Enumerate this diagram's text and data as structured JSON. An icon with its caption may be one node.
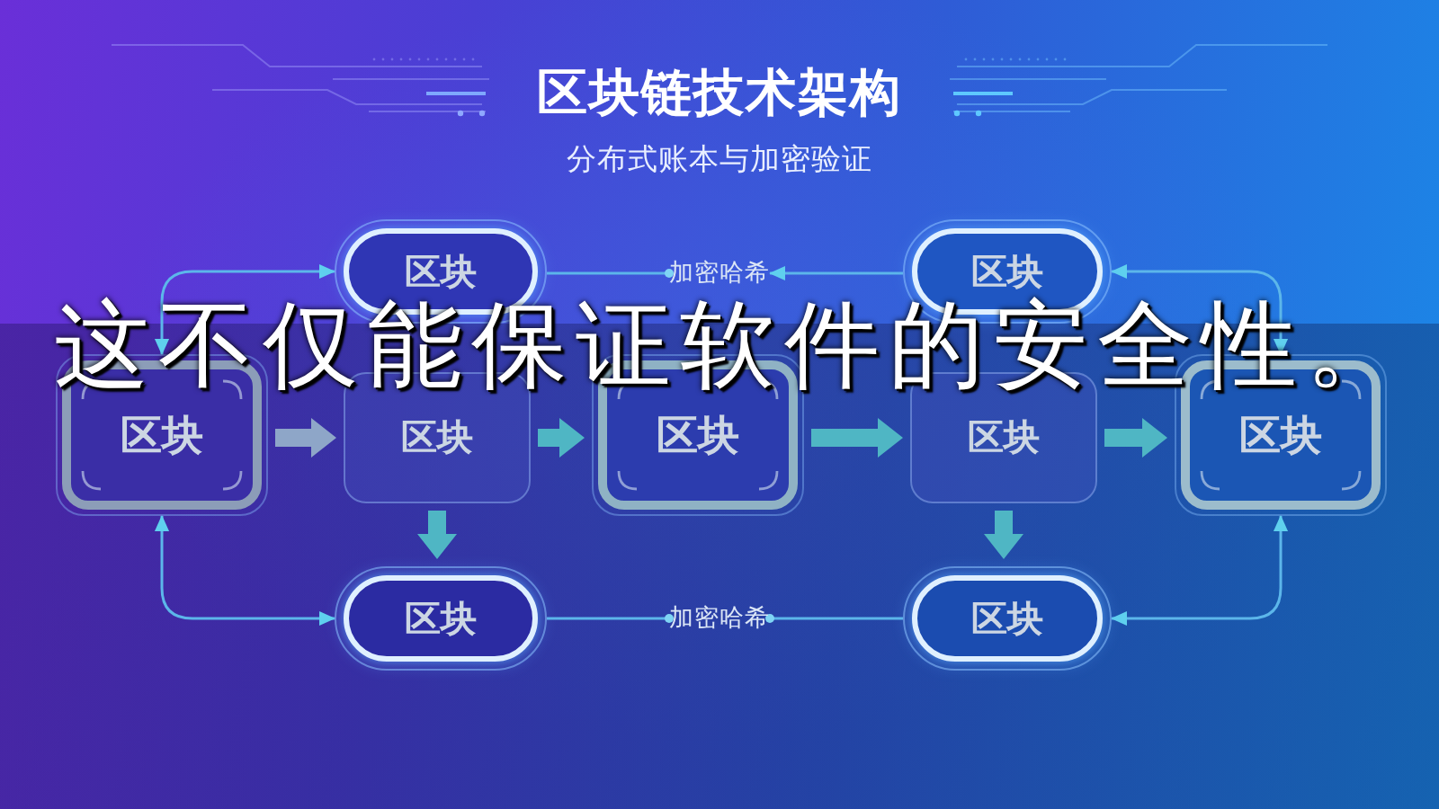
{
  "diagram": {
    "title": "区块链技术架构",
    "caption": "这不仅能保证软件的安全性。",
    "nodes": [
      {
        "text": [
          "区块"
        ]
      },
      {
        "text": [
          "加密哈希"
        ]
      },
      {
        "text": [
          "区块"
        ]
      },
      {
        "text": [
          "区块"
        ]
      },
      {
        "text": [
          "区块"
        ]
      },
      {
        "text": [
          "区块"
        ]
      },
      {
        "text": [
          "区块"
        ]
      },
      {
        "text": [
          "区块"
        ]
      },
      {
        "text": [
          "区块"
        ]
      },
      {
        "text": [
          "加密哈希"
        ]
      },
      {
        "text": [
          "区块"
        ]
      }
    ],
    "edges": [
      {
        "from": 0,
        "to": 1,
        "arrow": "other"
      },
      {
        "from": 2,
        "to": 1,
        "arrow": "to"
      },
      {
        "from": 3,
        "to": 0,
        "arrow": "both"
      },
      {
        "from": 2,
        "to": 7,
        "arrow": "both"
      },
      {
        "from": 3,
        "to": 4,
        "arrow": "to",
        "style": "thick",
        "color": "#8ea6c8"
      },
      {
        "from": 4,
        "to": 5,
        "arrow": "to",
        "style": "thick"
      },
      {
        "from": 5,
        "to": 6,
        "arrow": "to",
        "style": "thick"
      },
      {
        "from": 6,
        "to": 7,
        "arrow": "to",
        "style": "thick"
      },
      {
        "from": 4,
        "to": 8,
        "arrow": "to",
        "style": "thick"
      },
      {
        "from": 6,
        "to": 10,
        "arrow": "to",
        "style": "thick"
      },
      {
        "from": 3,
        "to": 8,
        "arrow": "both"
      },
      {
        "from": 7,
        "to": 10,
        "arrow": "both"
      },
      {
        "from": 8,
        "to": 9,
        "arrow": "other"
      },
      {
        "from": 10,
        "to": 9,
        "arrow": "other"
      }
    ],
    "labels": [
      "分布式账本与加密验证"
    ]
  }
}
